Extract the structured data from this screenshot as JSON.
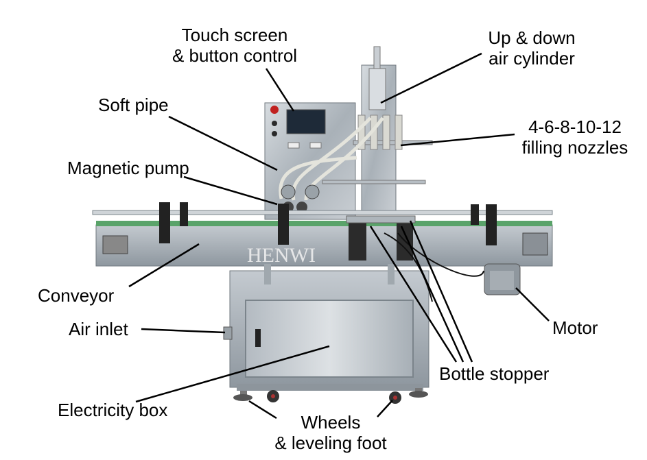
{
  "labels": {
    "touch_screen": [
      "Touch screen",
      "& button control"
    ],
    "cylinder": [
      "Up & down",
      "air cylinder"
    ],
    "soft_pipe": "Soft pipe",
    "nozzles": [
      "4-6-8-10-12",
      "filling nozzles"
    ],
    "magnetic_pump": "Magnetic pump",
    "conveyor": "Conveyor",
    "air_inlet": "Air inlet",
    "motor": "Motor",
    "bottle_stopper": "Bottle stopper",
    "electricity_box": "Electricity box",
    "wheels": [
      "Wheels",
      "& leveling foot"
    ]
  },
  "watermark": "HENWI"
}
